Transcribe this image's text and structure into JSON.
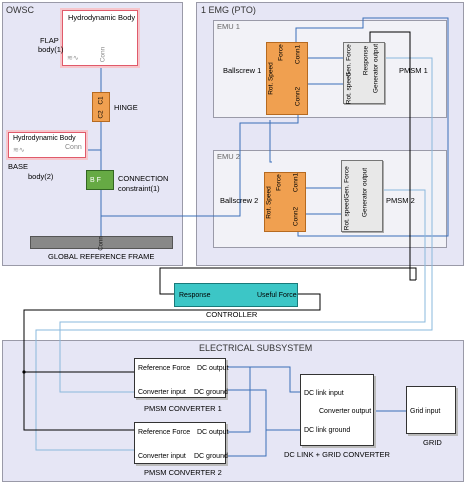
{
  "owsc": {
    "title": "OWSC",
    "flap": {
      "block_title": "Hydrodynamic Body",
      "port": "Conn",
      "name": "FLAP",
      "sub": "body(1)"
    },
    "hinge": {
      "port_top": "C1",
      "port_bottom": "C2",
      "name": "HINGE"
    },
    "base": {
      "block_title": "Hydrodynamic Body",
      "port": "Conn",
      "name": "BASE",
      "sub": "body(2)"
    },
    "connection": {
      "ports": "B F",
      "name": "CONNECTION",
      "sub": "constraint(1)"
    },
    "ground": {
      "port": "Conn",
      "name": "GLOBAL REFERENCE FRAME"
    }
  },
  "pto": {
    "title": "1 EMG (PTO)",
    "emu1": {
      "title": "EMU 1",
      "ballscrew": {
        "name": "Ballscrew 1",
        "p_force": "Force",
        "p_speed": "Rot. Speed",
        "p_conn1": "Conn1",
        "p_conn2": "Conn2"
      },
      "pmsm": {
        "name": "PMSM 1",
        "p_genforce": "Gen. Force",
        "p_rotspeed": "Rot. speed",
        "p_response": "Response",
        "p_genout": "Generator output"
      }
    },
    "emu2": {
      "title": "EMU 2",
      "ballscrew": {
        "name": "Ballscrew  2",
        "p_force": "Force",
        "p_speed": "Rot. Speed",
        "p_conn1": "Conn1",
        "p_conn2": "Conn2"
      },
      "pmsm": {
        "name": "PMSM 2",
        "p_genforce": "Gen. Force",
        "p_rotspeed": "Rot. speed",
        "p_genout": "Generator output"
      }
    }
  },
  "controller": {
    "port_in": "Response",
    "port_out": "Useful Force",
    "name": "CONTROLLER"
  },
  "electrical": {
    "title": "ELECTRICAL SUBSYSTEM",
    "conv1": {
      "p_ref": "Reference Force",
      "p_dcout": "DC output",
      "p_convin": "Converter input",
      "p_dcgnd": "DC ground",
      "name": "PMSM CONVERTER 1"
    },
    "conv2": {
      "p_ref": "Reference Force",
      "p_dcout": "DC output",
      "p_convin": "Converter input",
      "p_dcgnd": "DC ground",
      "name": "PMSM CONVERTER 2"
    },
    "dclink": {
      "p_in": "DC link input",
      "p_out": "Converter output",
      "p_gnd": "DC link ground",
      "name": "DC LINK + GRID CONVERTER"
    },
    "grid": {
      "p_in": "Grid input",
      "name": "GRID"
    }
  },
  "colors": {
    "area_fill": "#e6e6f5",
    "sub_fill": "#f2f2f7",
    "orange": "#f0a050",
    "teal": "#3cc6c6",
    "green": "#66aa44",
    "ground": "#888888",
    "highlight": "#e05a6a",
    "wire_physical": "#3a6fb8",
    "wire_signal": "#000000",
    "wire_light": "#8ab8dc"
  }
}
